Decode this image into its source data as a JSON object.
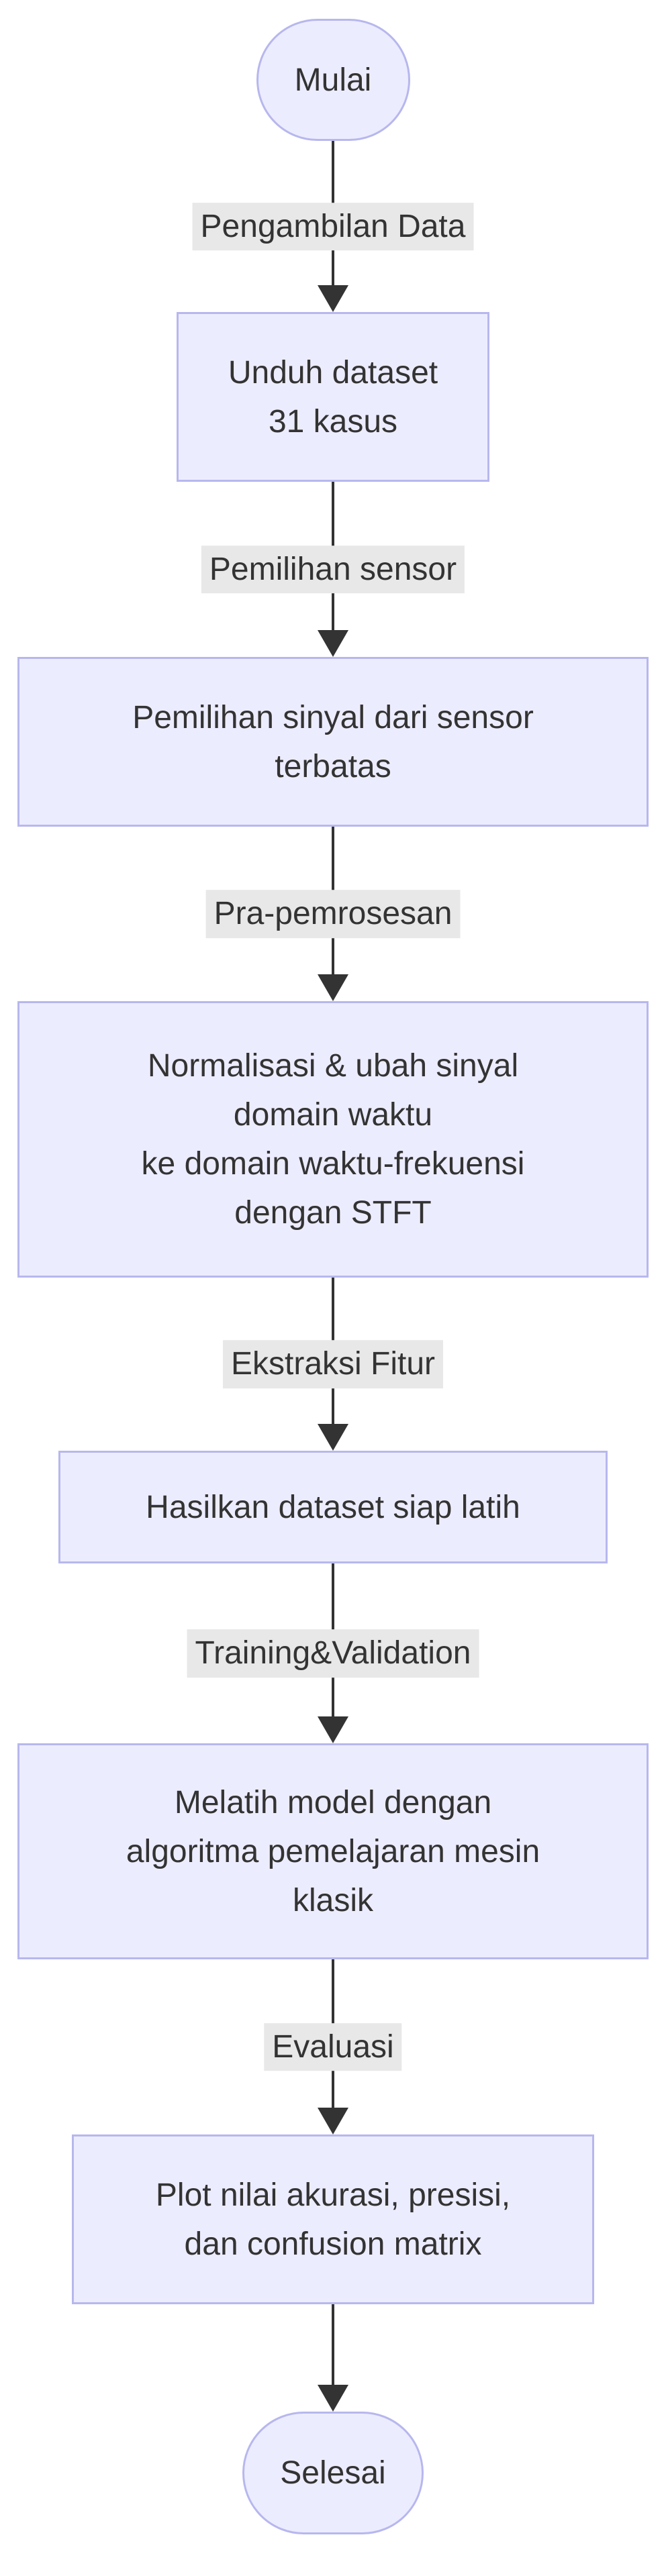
{
  "diagram": {
    "type": "flowchart",
    "direction": "top-down",
    "nodes": [
      {
        "id": "start",
        "shape": "stadium",
        "lines": [
          "Mulai"
        ]
      },
      {
        "id": "unduh",
        "shape": "rect",
        "lines": [
          "Unduh dataset",
          "31 kasus"
        ]
      },
      {
        "id": "pemilihan",
        "shape": "rect",
        "lines": [
          "Pemilihan sinyal dari sensor",
          "terbatas"
        ]
      },
      {
        "id": "normalisasi",
        "shape": "rect",
        "lines": [
          "Normalisasi & ubah sinyal",
          "domain waktu",
          "ke domain waktu-frekuensi",
          "dengan STFT"
        ]
      },
      {
        "id": "hasilkan",
        "shape": "rect",
        "lines": [
          "Hasilkan dataset siap latih"
        ]
      },
      {
        "id": "melatih",
        "shape": "rect",
        "lines": [
          "Melatih model dengan",
          "algoritma pemelajaran mesin",
          "klasik"
        ]
      },
      {
        "id": "plot",
        "shape": "rect",
        "lines": [
          "Plot nilai akurasi, presisi,",
          "dan confusion matrix"
        ]
      },
      {
        "id": "end",
        "shape": "stadium",
        "lines": [
          "Selesai"
        ]
      }
    ],
    "edges": [
      {
        "from": "start",
        "to": "unduh",
        "label": "Pengambilan Data"
      },
      {
        "from": "unduh",
        "to": "pemilihan",
        "label": "Pemilihan sensor"
      },
      {
        "from": "pemilihan",
        "to": "normalisasi",
        "label": "Pra-pemrosesan"
      },
      {
        "from": "normalisasi",
        "to": "hasilkan",
        "label": "Ekstraksi Fitur"
      },
      {
        "from": "hasilkan",
        "to": "melatih",
        "label": "Training&Validation"
      },
      {
        "from": "melatih",
        "to": "plot",
        "label": "Evaluasi"
      },
      {
        "from": "plot",
        "to": "end",
        "label": ""
      }
    ],
    "colors": {
      "node_fill": "#ECECFF",
      "node_border": "#b7b7ee",
      "edge_label_bg": "#e8e8e8",
      "arrow": "#333333",
      "text": "#333333",
      "background": "#ffffff"
    }
  }
}
